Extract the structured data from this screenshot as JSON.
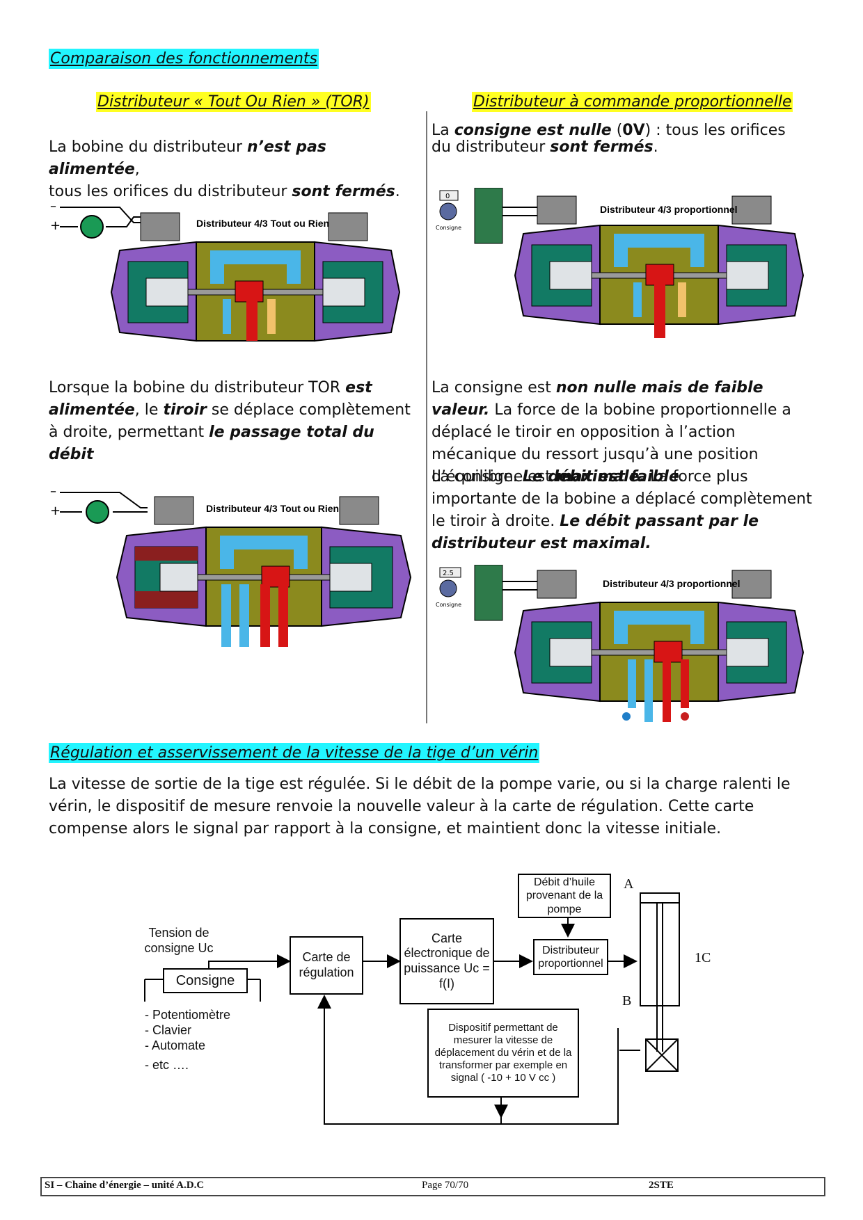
{
  "section1_title": "Comparaison des fonctionnements",
  "col_left": {
    "heading": "Distributeur « Tout Ou Rien » (TOR)",
    "p1": [
      "La bobine du distributeur ",
      "n’est pas alimentée",
      ",",
      "tous les orifices du distributeur ",
      "sont fermés",
      "."
    ],
    "p2": [
      "Lorsque la bobine du distributeur TOR ",
      "est alimentée",
      ", le ",
      "tiroir",
      " se déplace complètement à droite, permettant ",
      "le passage total du débit"
    ],
    "fig1_label": "Distributeur 4/3 Tout ou Rien",
    "fig2_label": "Distributeur 4/3 Tout ou Rien",
    "minus": "–",
    "plus": "+"
  },
  "col_right": {
    "heading": "Distributeur à commande proportionnelle",
    "p1": [
      "La ",
      "consigne est nulle",
      " (",
      "0V",
      ") : tous les orifices du distributeur ",
      "sont fermés",
      "."
    ],
    "p2": [
      "La consigne est ",
      "non nulle mais de faible valeur.",
      " La force de la bobine proportionnelle a déplacé le tiroir en opposition à l’action mécanique du ressort jusqu’à une position d’équilibre. ",
      "Le débit est faible",
      "."
    ],
    "p3": [
      "La consigne est ",
      "maximale.",
      " La force plus importante de la bobine a déplacé complètement le tiroir à droite. ",
      "Le débit passant par le distributeur est maximal."
    ],
    "fig1_label": "Distributeur 4/3 proportionnel",
    "fig2_label": "Distributeur 4/3 proportionnel",
    "dial1_value": "0",
    "dial2_value": "2.5",
    "dial_scale": "0        5",
    "dial_caption": "Consigne"
  },
  "section2_title": "Régulation et asservissement de la vitesse de la tige d’un vérin",
  "section2_para": "La vitesse de sortie de la tige est régulée. Si le débit de la pompe varie, ou si la charge ralenti le vérin, le dispositif de mesure renvoie la nouvelle valeur à la carte de régulation. Cette carte compense alors le signal par rapport à la consigne, et maintient donc la vitesse initiale.",
  "diagram": {
    "tension_label": "Tension de consigne Uc",
    "consigne": "Consigne",
    "carte_regulation": "Carte de régulation",
    "carte_puissance": "Carte électronique de puissance Uc = f(I)",
    "debit_huile": "Débit d’huile provenant de la pompe",
    "distributeur": "Distributeur proportionnel",
    "dispositif": "Dispositif permettant de mesurer la vitesse de déplacement du vérin et de la transformer par exemple en signal ( -10 + 10 V cc )",
    "list": [
      "- Potentiomètre",
      "- Clavier",
      "- Automate",
      "- etc …."
    ],
    "port_a": "A",
    "port_b": "B",
    "actuator": "1C"
  },
  "footer": {
    "left": "SI – Chaine d’énergie – unité  A.D.C",
    "center": "Page 70/70",
    "right": "2STE"
  }
}
